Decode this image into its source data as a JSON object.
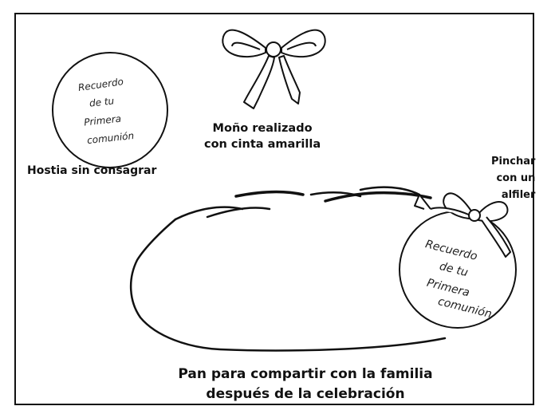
{
  "host": {
    "inscription": [
      "Recuerdo",
      "de tu",
      "Primera",
      "comunión"
    ],
    "caption": "Hostia sin consagrar"
  },
  "bow": {
    "caption_lines": [
      "Moño realizado",
      "con cinta amarilla"
    ]
  },
  "pin": {
    "caption_lines": [
      "Pinchar",
      "con un",
      "alfiler"
    ]
  },
  "tag": {
    "inscription": [
      "Recuerdo",
      "de tu",
      "Primera",
      "comunión"
    ]
  },
  "bread": {
    "caption_lines": [
      "Pan para compartir con la familia",
      "después de la celebración"
    ]
  }
}
